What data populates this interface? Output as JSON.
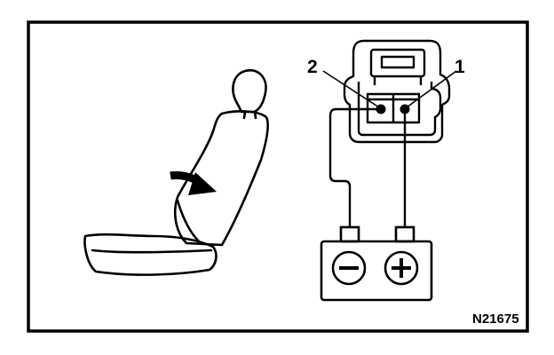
{
  "diagram": {
    "pin_labels": {
      "pin_2": "2",
      "pin_1": "1"
    },
    "reference_code": "N21675",
    "battery": {
      "negative_symbol": "minus",
      "positive_symbol": "plus"
    },
    "colors": {
      "ink": "#000000",
      "background": "#ffffff"
    }
  }
}
